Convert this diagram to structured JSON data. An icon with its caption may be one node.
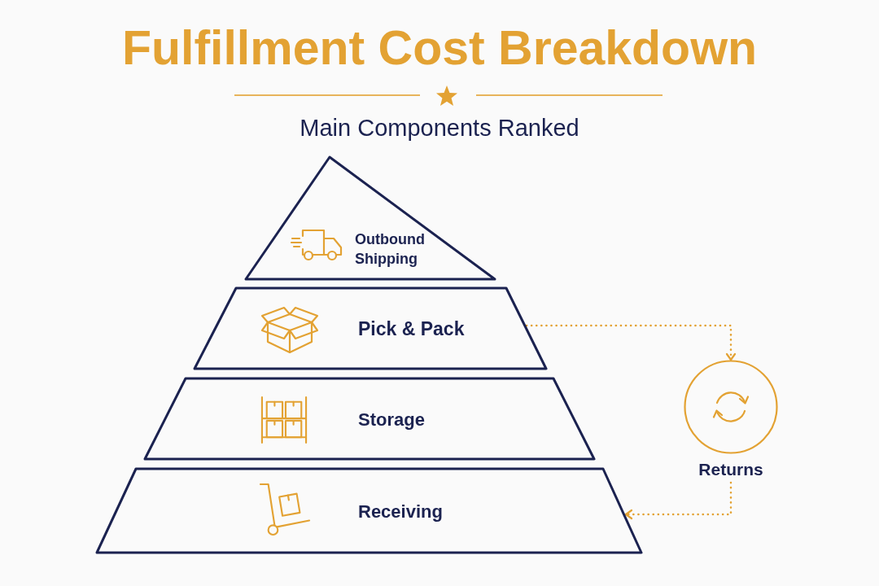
{
  "diagram": {
    "title": "Fulfillment Cost Breakdown",
    "nodes": [
      {
        "text": [
          "Outbound Shipping"
        ]
      },
      {
        "text": [
          "Pick & Pack"
        ]
      },
      {
        "text": [
          "Storage"
        ]
      },
      {
        "text": [
          "Receiving"
        ]
      },
      {
        "text": [
          "Returns"
        ]
      }
    ],
    "edges": [
      {
        "from": 1,
        "to": 4,
        "arrow": "to",
        "style": "dashed"
      },
      {
        "from": 4,
        "to": 3,
        "arrow": "to",
        "style": "dashed"
      }
    ],
    "labels": [
      "Main Components Ranked"
    ]
  }
}
